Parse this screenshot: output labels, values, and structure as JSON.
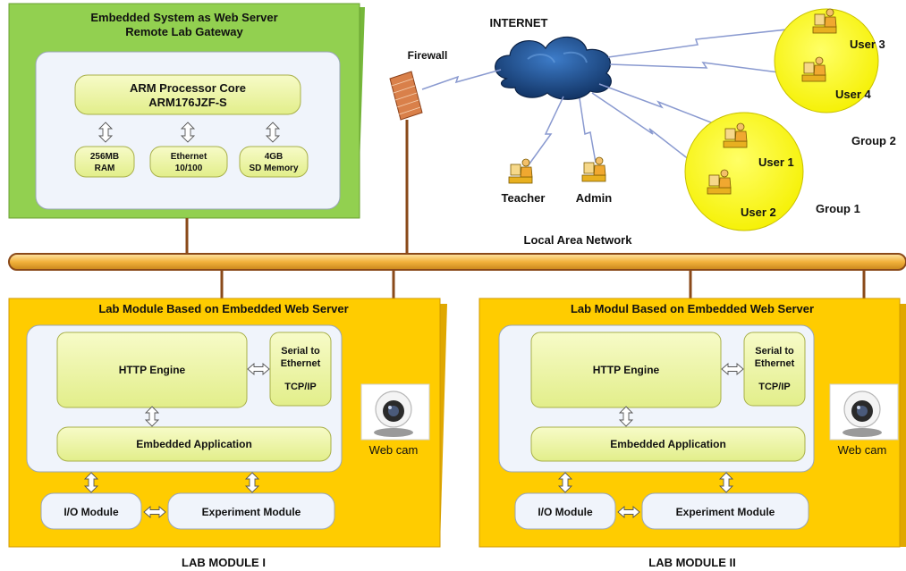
{
  "gateway": {
    "title_line1": "Embedded System as Web Server",
    "title_line2": "Remote Lab Gateway",
    "cpu_line1": "ARM Processor Core",
    "cpu_line2": "ARM176JZF-S",
    "ram_line1": "256MB",
    "ram_line2": "RAM",
    "eth_line1": "Ethernet",
    "eth_line2": "10/100",
    "sd_line1": "4GB",
    "sd_line2": "SD Memory"
  },
  "network": {
    "internet": "INTERNET",
    "firewall": "Firewall",
    "lan": "Local Area Network",
    "teacher": "Teacher",
    "admin": "Admin",
    "user1": "User 1",
    "user2": "User 2",
    "user3": "User 3",
    "user4": "User 4",
    "group1": "Group 1",
    "group2": "Group 2"
  },
  "lab1": {
    "title": "Lab Module Based on Embedded Web Server",
    "http": "HTTP Engine",
    "serial_line1": "Serial to",
    "serial_line2": "Ethernet",
    "serial_line3": "TCP/IP",
    "embedded_app": "Embedded Application",
    "io": "I/O Module",
    "experiment": "Experiment Module",
    "webcam": "Web cam",
    "caption": "LAB MODULE  I"
  },
  "lab2": {
    "title": "Lab Modul Based on Embedded Web Server",
    "http": "HTTP Engine",
    "serial_line1": "Serial to",
    "serial_line2": "Ethernet",
    "serial_line3": "TCP/IP",
    "embedded_app": "Embedded Application",
    "io": "I/O Module",
    "experiment": "Experiment Module",
    "webcam": "Web cam",
    "caption": "LAB MODULE  II"
  },
  "colors": {
    "gateway_green": "#92d050",
    "module_yellow": "#ffcc00",
    "component_fill": "#eef5a4",
    "group_circle": "#ffff33",
    "lan_bar": "#f4b942",
    "cloud": "#1f4e8c"
  }
}
